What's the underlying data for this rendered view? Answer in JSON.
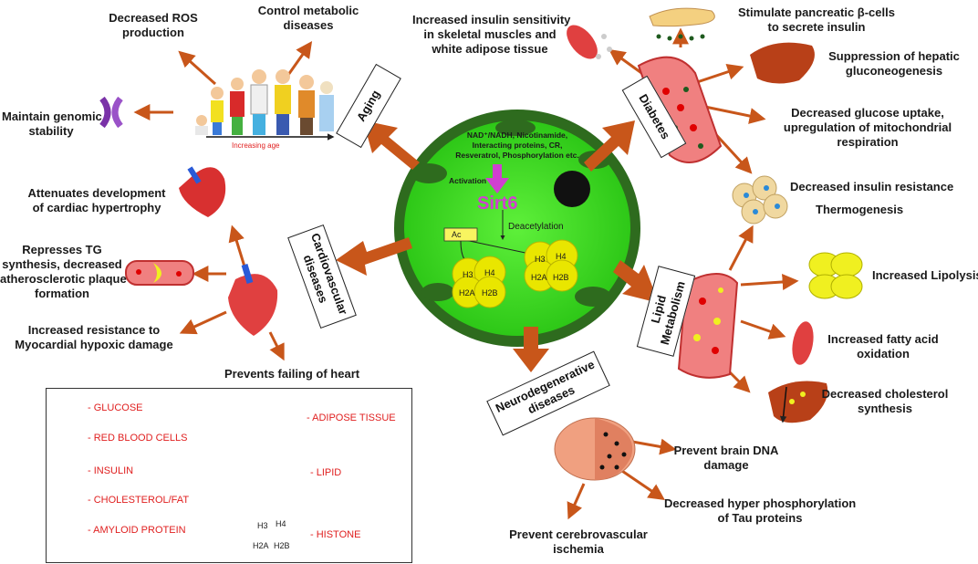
{
  "center": {
    "inputs_line1": "NAD⁺/NADH, Nicotinamide,",
    "inputs_line2": "Interacting proteins,  CR,",
    "inputs_line3": "Resveratrol, Phosphorylation  etc.",
    "activation": "Activation",
    "sirt": "Sirt6",
    "deacetylation": "Deacetylation",
    "ac": "Ac",
    "h3": "H3",
    "h4": "H4",
    "h2a": "H2A",
    "h2b": "H2B"
  },
  "categories": {
    "aging": "Aging",
    "diabetes": "Diabetes",
    "cardio_1": "Cardiovascular",
    "cardio_2": "diseases",
    "lipid_1": "Lipid",
    "lipid_2": "Metabolism",
    "neuro_1": "Neurodegenerative",
    "neuro_2": "diseases"
  },
  "aging": {
    "ros_1": "Decreased ROS",
    "ros_2": "production",
    "metabolic_1": "Control metabolic",
    "metabolic_2": "diseases",
    "genomic_1": "Maintain genomic",
    "genomic_2": "stability",
    "increasing_age": "Increasing age"
  },
  "diabetes": {
    "insulin_sens_1": "Increased insulin sensitivity",
    "insulin_sens_2": "in skeletal muscles and",
    "insulin_sens_3": "white adipose tissue",
    "pancreatic_1": "Stimulate pancreatic β-cells",
    "pancreatic_2": "to secrete insulin",
    "hepatic_1": "Suppression of hepatic",
    "hepatic_2": "gluconeogenesis",
    "glucose_1": "Decreased glucose uptake,",
    "glucose_2": "upregulation of mitochondrial",
    "glucose_3": "respiration",
    "resistance": "Decreased insulin resistance",
    "thermo": "Thermogenesis"
  },
  "cardio": {
    "hypertrophy_1": "Attenuates development",
    "hypertrophy_2": "of cardiac hypertrophy",
    "tg_1": "Represses TG",
    "tg_2": "synthesis, decreased",
    "tg_3": "atherosclerotic plaque",
    "tg_4": "formation",
    "hypoxic_1": "Increased resistance to",
    "hypoxic_2": "Myocardial hypoxic damage",
    "failing": "Prevents failing of heart"
  },
  "lipid": {
    "lipolysis": "Increased Lipolysis",
    "fatty_1": "Increased fatty acid",
    "fatty_2": "oxidation",
    "chol_1": "Decreased cholesterol",
    "chol_2": "synthesis"
  },
  "neuro": {
    "dna_1": "Prevent brain DNA",
    "dna_2": "damage",
    "tau_1": "Decreased hyper phosphorylation",
    "tau_2": "of Tau proteins",
    "cerebro_1": "Prevent cerebrovascular",
    "cerebro_2": "ischemia"
  },
  "legend": {
    "glucose": "- GLUCOSE",
    "rbc": "- RED BLOOD CELLS",
    "insulin": "- INSULIN",
    "cholesterol": "- CHOLESTEROL/FAT",
    "amyloid": "- AMYLOID PROTEIN",
    "adipose": "- ADIPOSE TISSUE",
    "lipid": "- LIPID",
    "histone": "- HISTONE",
    "h3": "H3",
    "h4": "H4",
    "h2a": "H2A",
    "h2b": "H2B"
  },
  "colors": {
    "arrow": "#c8561a",
    "cell": "#3ad41e",
    "cell_edge": "#2e6b1e",
    "sirt": "#d040d0",
    "legend_text": "#e02020"
  }
}
